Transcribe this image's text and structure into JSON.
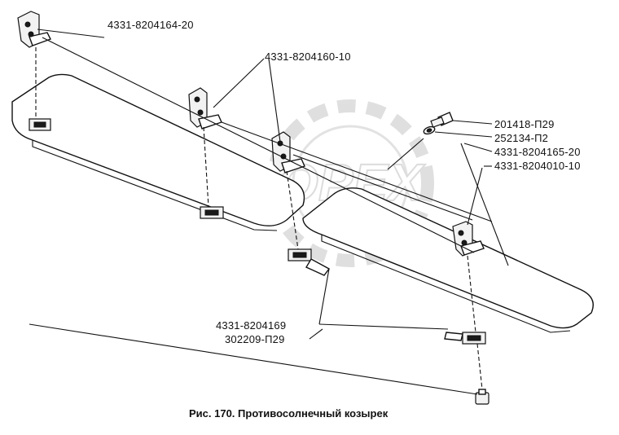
{
  "labels": {
    "p1": "4331-8204164-20",
    "p2": "4331-8204160-10",
    "p3": "201418-П29",
    "p4": "252134-П2",
    "p5": "4331-8204165-20",
    "p6": "4331-8204010-10",
    "p7": "4331-8204169",
    "p8": "302209-П29"
  },
  "watermark": "OPEX",
  "caption": "Рис. 170. Противосолнечный козырек"
}
